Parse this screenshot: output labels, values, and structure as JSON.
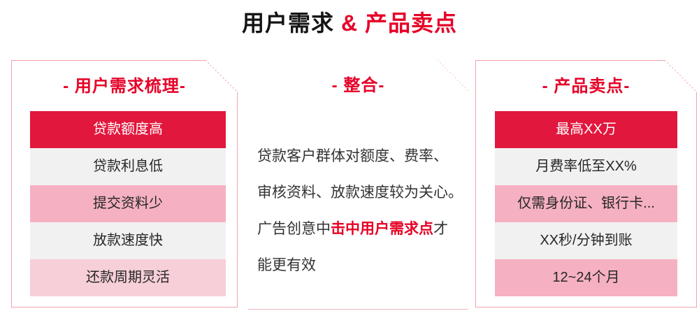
{
  "title": {
    "black_part": "用户需求",
    "red_part": " & 产品卖点"
  },
  "colors": {
    "accent_red_text": "#e60027",
    "block_red": "#e2173d",
    "row_gray": "#f1f1f2",
    "row_pink": "#f5b1c1",
    "row_light_pink": "#f7cfd8",
    "card_border_pink": "#f2a3ab"
  },
  "left_panel": {
    "header": "- 用户需求梳理-",
    "items": [
      {
        "label": "贷款额度高",
        "variant": "red"
      },
      {
        "label": "贷款利息低",
        "variant": "gray"
      },
      {
        "label": "提交资料少",
        "variant": "pink"
      },
      {
        "label": "放款速度快",
        "variant": "gray"
      },
      {
        "label": "还款周期灵活",
        "variant": "lightpink"
      }
    ]
  },
  "middle_panel": {
    "header": "- 整合-",
    "line1": "贷款客户群体对额度、费率、",
    "line2": "审核资料、放款速度较为关心。",
    "line3_before": "广告创意中",
    "line3_highlight": "击中用户需求点",
    "line3_after": "才",
    "line4": "能更有效"
  },
  "right_panel": {
    "header": "- 产品卖点-",
    "items": [
      {
        "label": "最高XX万",
        "variant": "red"
      },
      {
        "label": "月费率低至XX%",
        "variant": "gray"
      },
      {
        "label": "仅需身份证、银行卡...",
        "variant": "pink"
      },
      {
        "label": "XX秒/分钟到账",
        "variant": "gray"
      },
      {
        "label": "12~24个月",
        "variant": "pink"
      }
    ]
  }
}
